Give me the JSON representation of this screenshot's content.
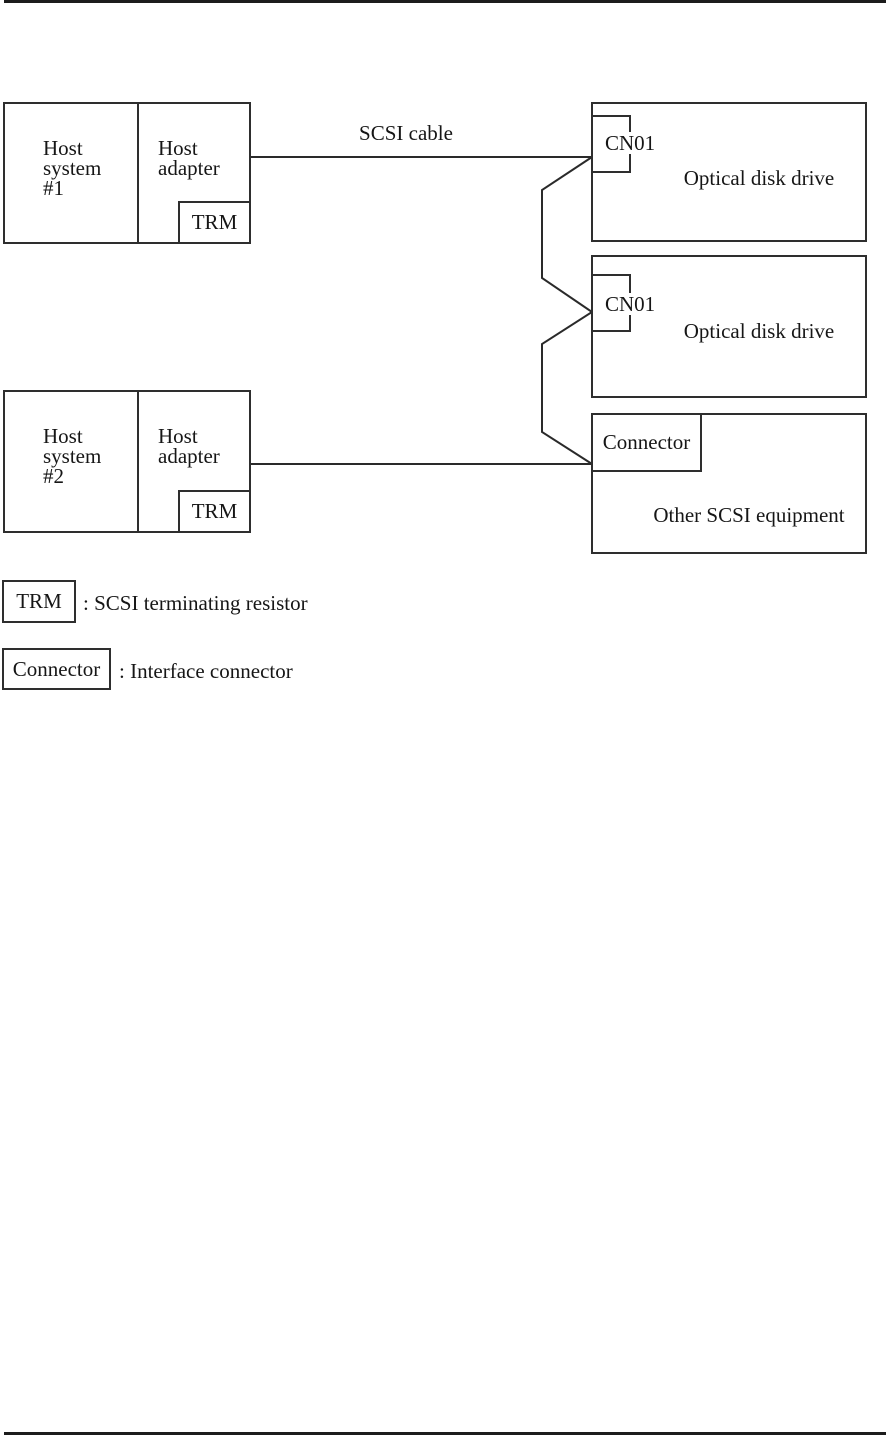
{
  "page": {
    "background": "#ffffff",
    "line_color": "#2a2a2a"
  },
  "diagram": {
    "cable_label": "SCSI cable",
    "host1": {
      "system": "Host\nsystem\n#1",
      "adapter": "Host\nadapter",
      "trm": "TRM"
    },
    "host2": {
      "system": "Host\nsystem\n#2",
      "adapter": "Host\nadapter",
      "trm": "TRM"
    },
    "drive1": {
      "connector": "CN01",
      "label": "Optical disk drive"
    },
    "drive2": {
      "connector": "CN01",
      "label": "Optical disk drive"
    },
    "equipment": {
      "connector": "Connector",
      "label": "Other SCSI equipment"
    }
  },
  "legend": {
    "trm": {
      "box": "TRM",
      "caption": ": SCSI terminating resistor"
    },
    "connector": {
      "box": "Connector",
      "caption": ": Interface connector"
    }
  }
}
